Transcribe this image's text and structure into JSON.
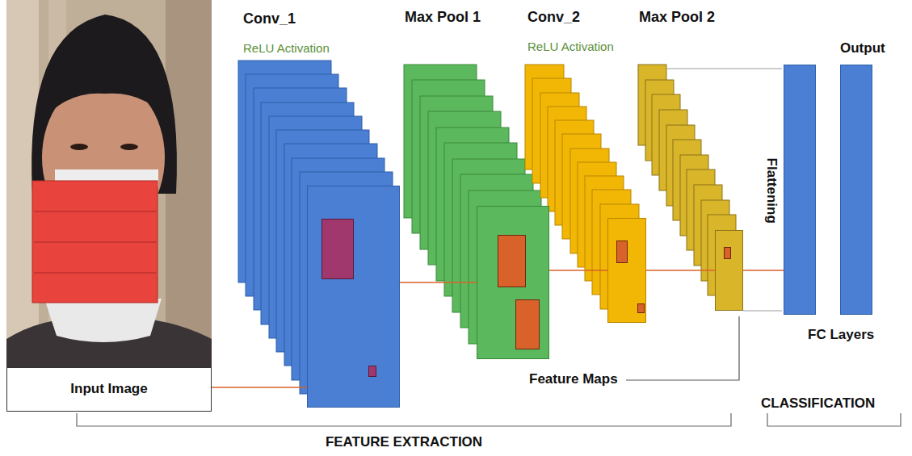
{
  "diagram": {
    "nodes": [
      {
        "text": [
          "Input Image"
        ]
      },
      {
        "text": [
          "Conv_1",
          "ReLU Activation"
        ]
      },
      {
        "text": [
          "Max Pool 1"
        ]
      },
      {
        "text": [
          "Conv_2",
          "ReLU Activation"
        ]
      },
      {
        "text": [
          "Max Pool 2"
        ]
      },
      {
        "text": [
          "FC Layers"
        ]
      }
    ],
    "edges": [
      {
        "from": 0,
        "to": 1,
        "arrow": "none"
      },
      {
        "from": 1,
        "to": 2,
        "arrow": "none"
      },
      {
        "from": 2,
        "to": 3,
        "arrow": "none"
      },
      {
        "from": 3,
        "to": 4,
        "arrow": "none"
      },
      {
        "from": 4,
        "to": 5,
        "arrow": "none"
      }
    ],
    "labels": [
      "Output",
      "Flattening",
      "Feature Maps",
      "CLASSIFICATION",
      "FEATURE EXTRACTION"
    ]
  }
}
